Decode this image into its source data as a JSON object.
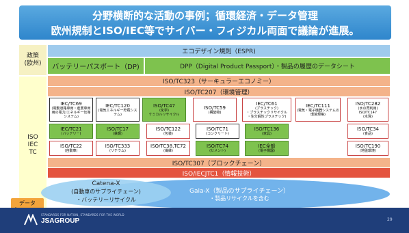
{
  "title": {
    "line1": "分野横断的な活動の事例；循環経済・データ管理",
    "line2": "欧州規制とISO/IEC等でサイバー・フィジカル両面で議論が進展。"
  },
  "sides": {
    "policy": "政策\n(欧州)",
    "iso": "ISO\nIEC\nTC",
    "data_platform": "データ\nプラットフォ\nーム"
  },
  "bands": {
    "ecodesign": "エコデザイン規則（ESPR)",
    "battery_passport": "バッテリーパスポート（DP)",
    "dpp": "DPP（Digital Product Passport）・製品の履歴のデータシート",
    "tc323": "ISO/TC323（サーキュラーエコノミー）",
    "tc207": "ISO/TC207（環境管理）",
    "tc307": "ISO/TC307（ブロックチェーン）",
    "jtc1": "ISO/IECJTC1（情報技術）"
  },
  "boxes": [
    {
      "name": "IEC/TC69",
      "sub": "(電動道路車両・産業車両用の電力/エネルギー伝導システム)",
      "style": "black"
    },
    {
      "name": "IEC/TC120",
      "sub": "(電気エネルギー貯蔵システム)",
      "style": "black"
    },
    {
      "name": "ISO/TC47",
      "sub": "(化学)\nケミカルリサイクル",
      "style": "green"
    },
    {
      "name": "ISO/TC59",
      "sub": "(構築物)",
      "style": "red"
    },
    {
      "name": "IEC/TC61",
      "sub": "(プラスチック)\n・プラスチックリサイクル\n・生分解性プラスチック)",
      "style": "red"
    },
    {
      "name": "IEC/TC111",
      "sub": "(電気・電子機器システムの環境規格)",
      "style": "red"
    },
    {
      "name": "ISO/TC282",
      "sub": "(水の再利用)\nISO/TC147\n(水質)",
      "style": "red"
    },
    {
      "name": "IEC/TC21",
      "sub": "(バッテリー)",
      "style": "green"
    },
    {
      "name": "ISO/TC17",
      "sub": "(鉄鋼)",
      "style": "green"
    },
    {
      "name": "ISO/TC122",
      "sub": "(包装)",
      "style": "red"
    },
    {
      "name": "ISO/TC71",
      "sub": "(コンクリート)",
      "style": "black"
    },
    {
      "name": "ISO/TC136",
      "sub": "(家具)",
      "style": "green"
    },
    {
      "name": "ISO/TC34",
      "sub": "(食品)",
      "style": "red"
    },
    {
      "name": "ISO/TC22",
      "sub": "(自動車)",
      "style": "red"
    },
    {
      "name": "ISO/TC333",
      "sub": "(リチウム)",
      "style": "red"
    },
    {
      "name": "ISO/TC38,TC72",
      "sub": "(繊維)",
      "style": "red"
    },
    {
      "name": "ISO/TC74",
      "sub": "(セメント)",
      "style": "green"
    },
    {
      "name": "IEC全般",
      "sub": "(電子機器)",
      "style": "green"
    },
    {
      "name": "ISO/TC190",
      "sub": "(地盤環境)",
      "style": "red"
    }
  ],
  "platforms": {
    "catena_title": "Catena-X",
    "catena_line2": "(自動車のサプライチェーン)",
    "catena_line3": "・バッテリーリサイクル",
    "gaiax_line1": "Gaia-X（製品のサプライチェーン）",
    "gaiax_line2": "・製品リサイクルを含む"
  },
  "footer": {
    "brand": "JSAGROUP",
    "tagline": "STANDARDS FOR NATION, STANDARDS FOR THE WORLD",
    "page": "29"
  },
  "colors": {
    "title_bg": "#2f86cc",
    "policy_bg": "#f6f1c3",
    "iso_bg": "#ffffcc",
    "platform_bg": "#f3a43b",
    "ecodesign_bg": "#9fcbed",
    "green_band": "#7ec24e",
    "orange_band": "#f4b38a",
    "red_band": "#e4543f",
    "footer_bg": "#1f3e7a"
  }
}
